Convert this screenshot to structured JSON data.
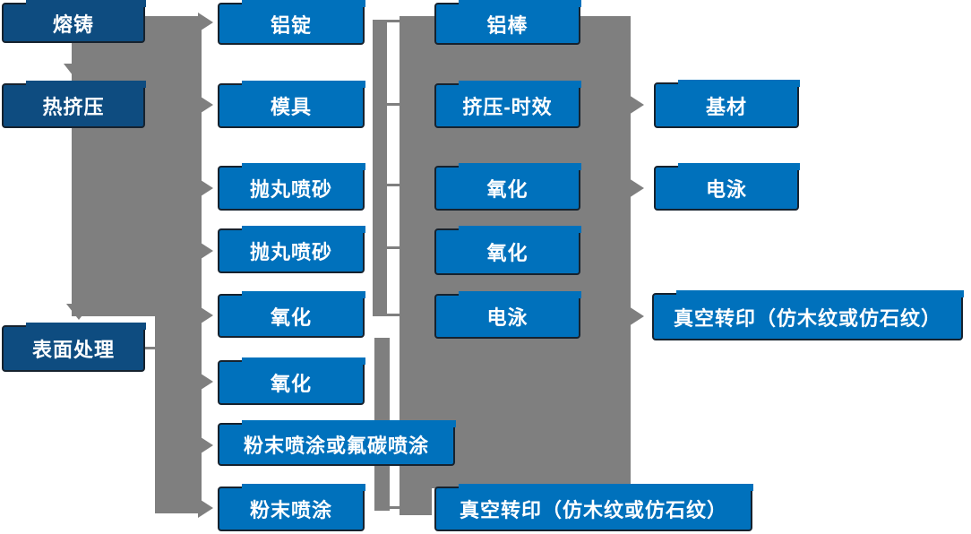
{
  "colors": {
    "box_blue": "#0071BC",
    "box_dark_blue": "#0E4C80",
    "connector_gray": "#7F7F7F",
    "box_border": "#16222E",
    "text": "#FFFFFF"
  },
  "nodes": [
    {
      "label": "熔铸"
    },
    {
      "label": "热挤压"
    },
    {
      "label": "表面处理"
    },
    {
      "label": "铝锭"
    },
    {
      "label": "模具"
    },
    {
      "label": "抛丸喷砂"
    },
    {
      "label": "抛丸喷砂"
    },
    {
      "label": "氧化"
    },
    {
      "label": "氧化"
    },
    {
      "label": "粉末喷涂或氟碳喷涂"
    },
    {
      "label": "粉末喷涂"
    },
    {
      "label": "铝棒"
    },
    {
      "label": "挤压-时效"
    },
    {
      "label": "氧化"
    },
    {
      "label": "氧化"
    },
    {
      "label": "电泳"
    },
    {
      "label": "真空转印（仿木纹或仿石纹）"
    },
    {
      "label": "基材"
    },
    {
      "label": "电泳"
    },
    {
      "label": "真空转印（仿木纹或仿石纹）"
    }
  ]
}
